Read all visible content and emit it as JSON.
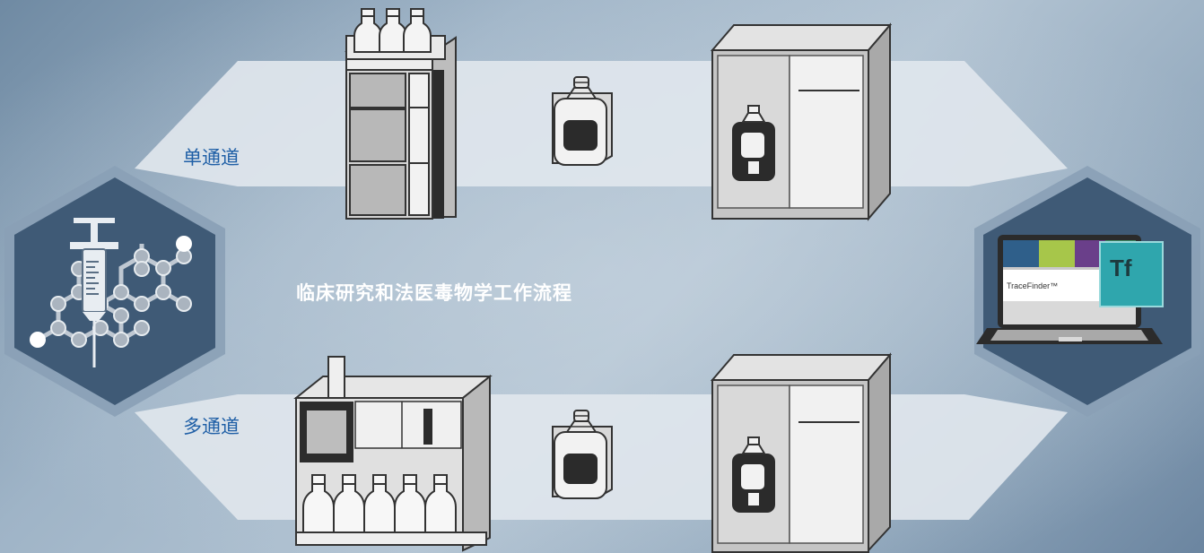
{
  "workflow": {
    "title": "临床研究和法医毒物学工作流程",
    "single_channel_label": "单通道",
    "multi_channel_label": "多通道"
  },
  "software": {
    "name": "TraceFinder™",
    "logo_text": "Tf"
  },
  "colors": {
    "label_blue": "#1f5fa6",
    "band": "#dfe6ed",
    "hexagon_fill": "#3f5a76",
    "software_accent": "#2fa6ad"
  },
  "icons": [
    "syringe-molecule-icon",
    "lc-system-icon",
    "ion-source-icon",
    "mass-spectrometer-icon",
    "multichannel-lc-icon",
    "laptop-tracefinder-icon"
  ]
}
